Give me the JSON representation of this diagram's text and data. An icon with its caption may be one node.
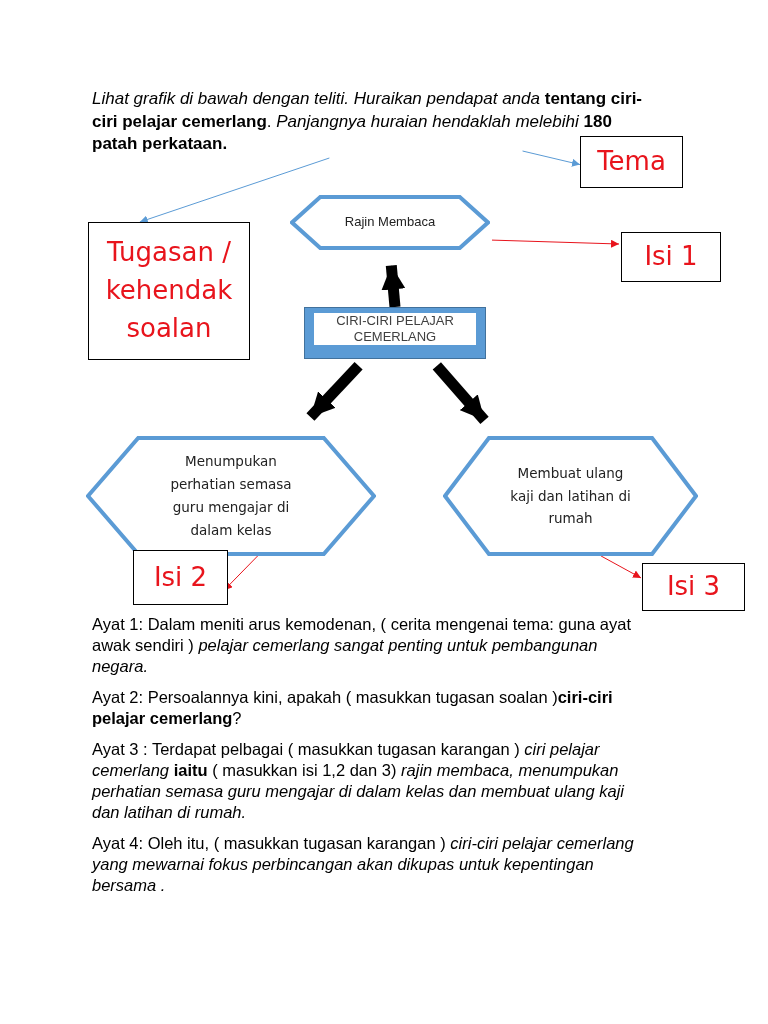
{
  "diagram": {
    "nodes": [
      {
        "text": [
          "*Lihat grafik di bawah dengan teliti. Huraikan pendapat anda* **tentang ciri-ciri pelajar cemerlang**. *Panjangnya huraian hendaklah melebihi* **180 patah perkataan.**"
        ]
      },
      {
        "text": [
          "Tema"
        ]
      },
      {
        "text": [
          "Rajin Membaca"
        ]
      },
      {
        "text": [
          "Isi 1"
        ]
      },
      {
        "text": [
          "Tugasan / kehendak soalan"
        ]
      },
      {
        "text": [
          "CIRI-CIRI PELAJAR CEMERLANG"
        ]
      },
      {
        "text": [
          "Menumpukan perhatian semasa guru mengajar di dalam kelas"
        ]
      },
      {
        "text": [
          "Membuat ulang kaji dan latihan di rumah"
        ]
      },
      {
        "text": [
          "Isi 2"
        ]
      },
      {
        "text": [
          "Isi 3"
        ]
      }
    ],
    "edges": [
      {
        "from": 0,
        "to": 4,
        "arrow": "to",
        "color": "#5b9bd5"
      },
      {
        "from": 0,
        "to": 1,
        "arrow": "to",
        "color": "#5b9bd5"
      },
      {
        "from": 5,
        "to": 2,
        "arrow": "to",
        "style": "thick"
      },
      {
        "from": 5,
        "to": 6,
        "arrow": "to",
        "style": "thick"
      },
      {
        "from": 5,
        "to": 7,
        "arrow": "to",
        "style": "thick"
      },
      {
        "from": 2,
        "to": 3,
        "arrow": "to",
        "color": "#e8141c"
      },
      {
        "from": 6,
        "to": 8,
        "arrow": "to",
        "color": "#e8141c"
      },
      {
        "from": 7,
        "to": 9,
        "arrow": "to",
        "color": "#e8141c"
      }
    ],
    "labels": [
      "Ayat 1: Dalam meniti arus kemodenan, ( cerita mengenai tema: guna ayat awak sendiri ) *pelajar cemerlang sangat penting untuk pembangunan negara.*",
      "Ayat 2: Persoalannya kini, apakah ( masukkan tugasan soalan )**ciri-ciri pelajar cemerlang**?",
      "Ayat 3 : Terdapat pelbagai ( masukkan tugasan karangan ) *ciri pelajar cemerlang* **iaitu** ( masukkan isi 1,2 dan 3) *rajin membaca, menumpukan perhatian semasa guru mengajar di dalam kelas dan membuat ulang kaji dan latihan di rumah.*",
      "Ayat 4: Oleh itu, ( masukkan tugasan karangan ) *ciri-ciri pelajar cemerlang yang mewarnai fokus perbincangan akan dikupas untuk kepentingan bersama .*"
    ]
  }
}
